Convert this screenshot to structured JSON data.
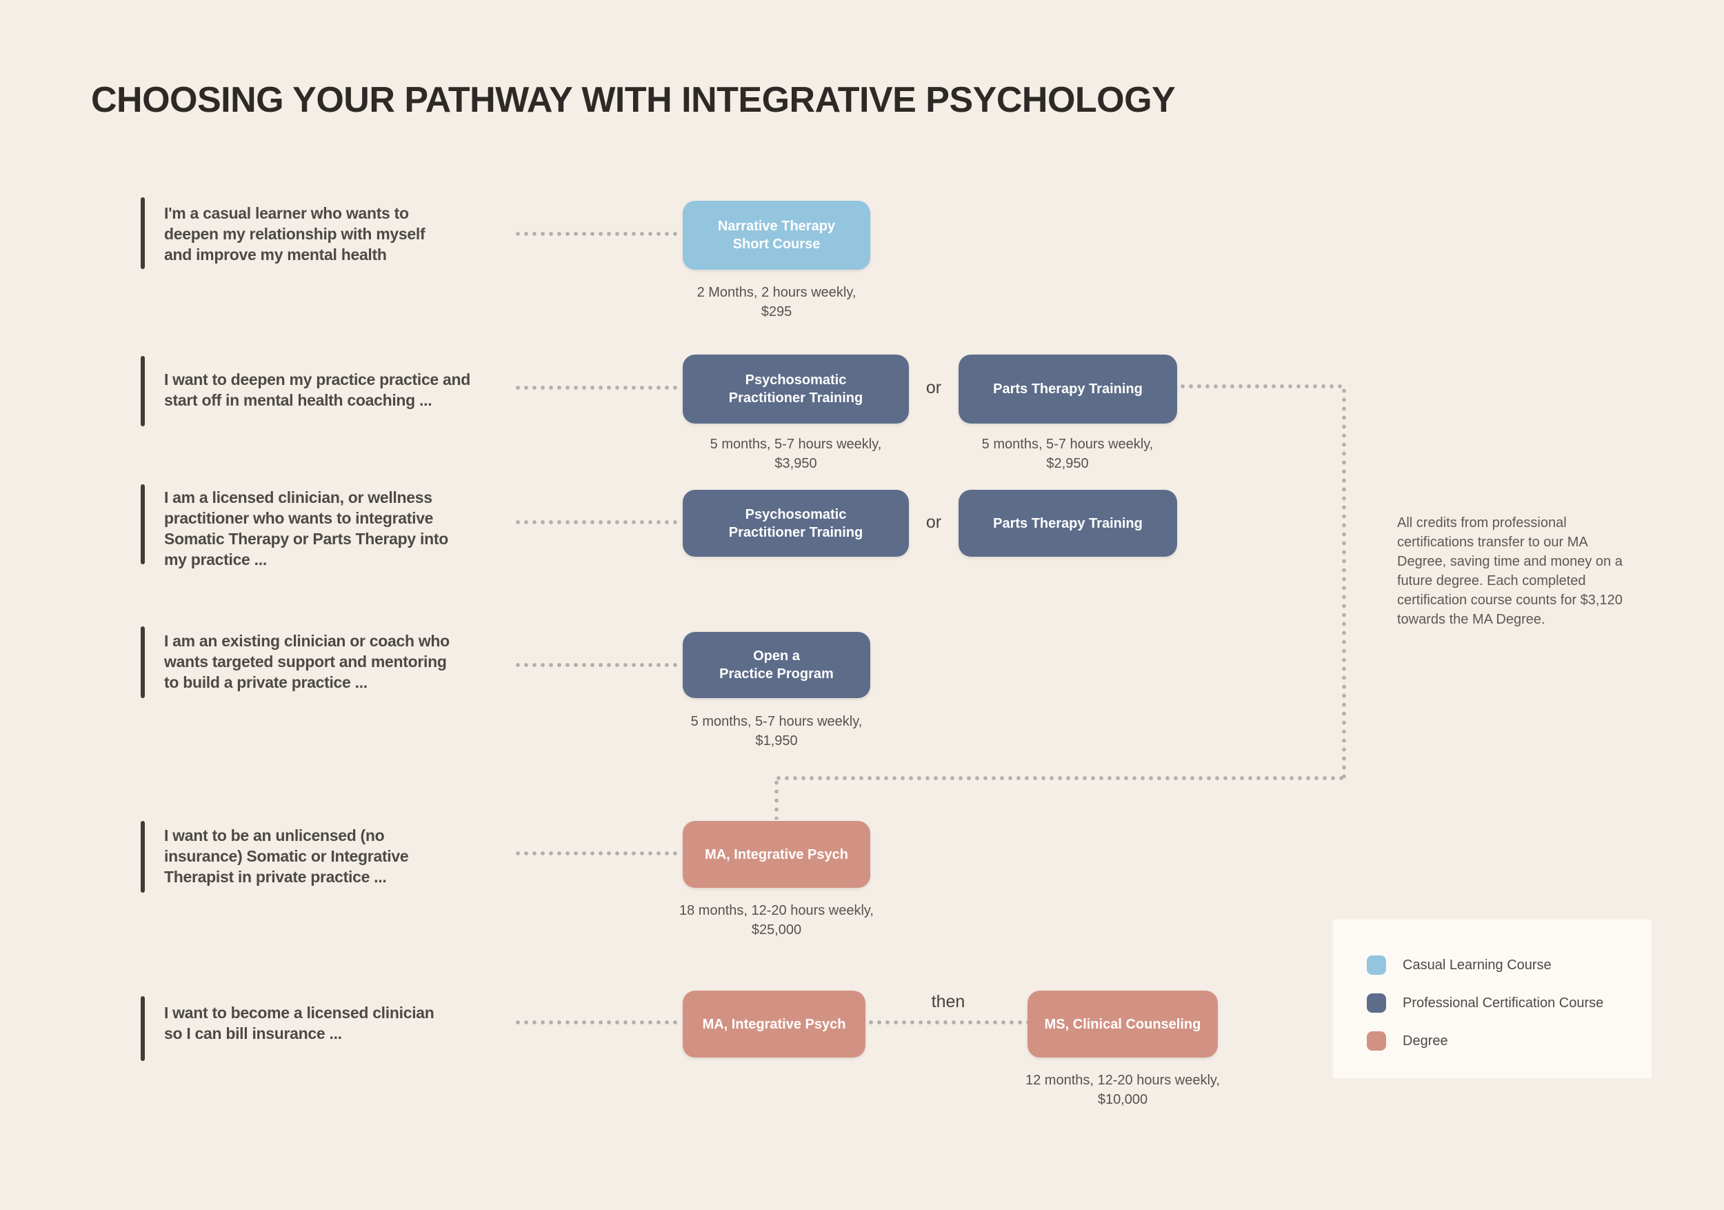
{
  "title": "CHOOSING YOUR PATHWAY WITH INTEGRATIVE PSYCHOLOGY",
  "colors": {
    "background": "#f4eee7",
    "casual": "#94c5de",
    "professional": "#5d6c89",
    "degree": "#d29283",
    "connector": "#b3afab",
    "bar": "#3e3b38",
    "text_dark": "#2d2926",
    "text_body": "#4c4946",
    "caption": "#55514d",
    "legend_bg": "#fdfaf5"
  },
  "rows": [
    {
      "persona": "I'm a casual learner who wants to\ndeepen my relationship with myself\nand improve my mental health",
      "courses": [
        {
          "label": "Narrative Therapy\nShort Course",
          "type": "casual",
          "caption": "2 Months, 2 hours weekly,\n$295"
        }
      ]
    },
    {
      "persona": "I want to deepen my practice practice and\nstart off in mental health coaching ...",
      "connector": "or",
      "courses": [
        {
          "label": "Psychosomatic\nPractitioner Training",
          "type": "professional",
          "caption": "5 months, 5-7 hours weekly,\n$3,950"
        },
        {
          "label": "Parts Therapy Training",
          "type": "professional",
          "caption": "5 months, 5-7 hours weekly,\n$2,950"
        }
      ]
    },
    {
      "persona": "I am a licensed clinician, or wellness\npractitioner who wants to integrative\nSomatic Therapy or Parts Therapy into\nmy practice ...",
      "connector": "or",
      "courses": [
        {
          "label": "Psychosomatic\nPractitioner Training",
          "type": "professional"
        },
        {
          "label": "Parts Therapy Training",
          "type": "professional"
        }
      ]
    },
    {
      "persona": "I am an existing clinician or coach who\nwants targeted support and mentoring\nto build a private practice ...",
      "courses": [
        {
          "label": "Open a\nPractice Program",
          "type": "professional",
          "caption": "5 months, 5-7 hours weekly,\n$1,950"
        }
      ]
    },
    {
      "persona": "I want to be an unlicensed (no\ninsurance) Somatic or Integrative\nTherapist in private practice  ...",
      "courses": [
        {
          "label": "MA, Integrative Psych",
          "type": "degree",
          "caption": "18 months, 12-20 hours weekly,\n$25,000"
        }
      ]
    },
    {
      "persona": "I want to become a licensed clinician\nso I can bill insurance ...",
      "connector": "then",
      "courses": [
        {
          "label": "MA, Integrative Psych",
          "type": "degree"
        },
        {
          "label": "MS, Clinical Counseling",
          "type": "degree",
          "caption": "12 months, 12-20 hours weekly,\n$10,000"
        }
      ]
    }
  ],
  "note": "All credits from professional certifications transfer to our MA Degree, saving time and money on a future degree. Each completed certification course counts for $3,120 towards the MA Degree.",
  "legend": {
    "items": [
      {
        "label": "Casual Learning Course",
        "type": "casual"
      },
      {
        "label": "Professional Certification Course",
        "type": "professional"
      },
      {
        "label": "Degree",
        "type": "degree"
      }
    ]
  }
}
